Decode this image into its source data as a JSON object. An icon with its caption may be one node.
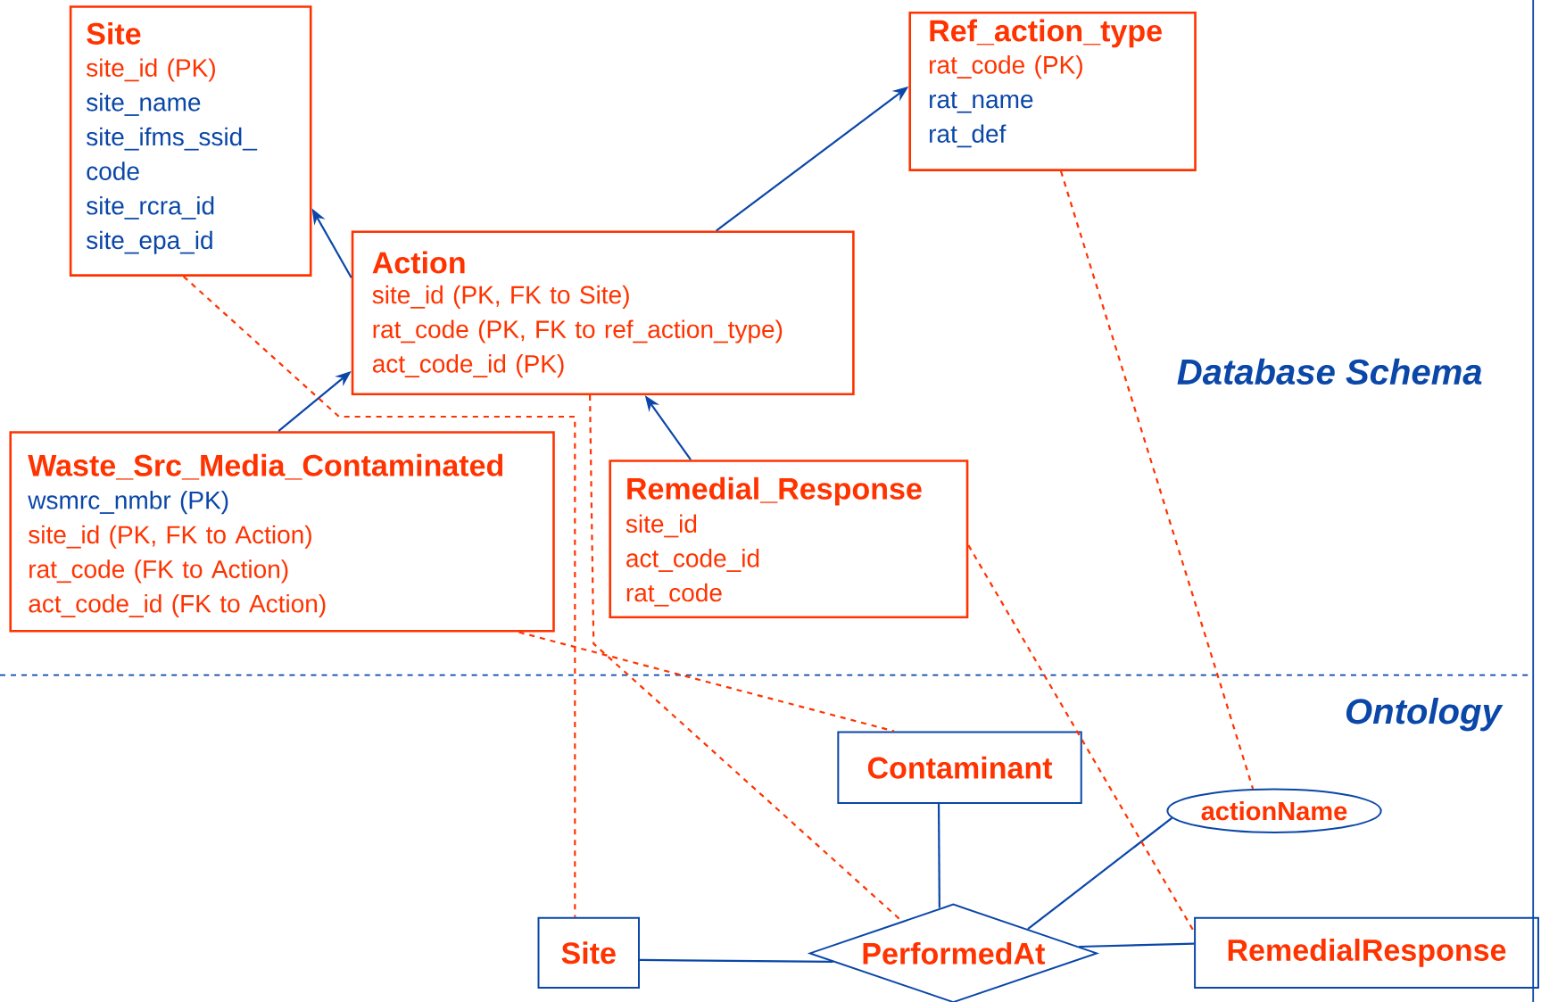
{
  "diagram": {
    "nodes": [
      {
        "text": [
          "Site",
          "site_id (PK)",
          "site_name",
          "site_ifms_ssid_ code",
          "site_rcra_id",
          "site_epa_id"
        ]
      },
      {
        "text": [
          "Ref_action_type",
          "rat_code (PK)",
          "rat_name",
          "rat_def"
        ]
      },
      {
        "text": [
          "Action",
          "site_id (PK, FK to Site)",
          "rat_code (PK, FK to ref_action_type)",
          "act_code_id (PK)"
        ]
      },
      {
        "text": [
          "Waste_Src_Media_Contaminated",
          "wsmrc_nmbr (PK)",
          "site_id (PK, FK to Action)",
          "rat_code (FK to Action)",
          "act_code_id (FK to Action)"
        ]
      },
      {
        "text": [
          "Remedial_Response",
          "site_id",
          "act_code_id",
          "rat_code"
        ]
      },
      {
        "text": [
          "Contaminant"
        ]
      },
      {
        "text": [
          "actionName"
        ]
      },
      {
        "text": [
          "Site"
        ]
      },
      {
        "text": [
          "PerformedAt"
        ]
      },
      {
        "text": [
          "RemedialResponse"
        ]
      }
    ],
    "edges": [
      {
        "from": 2,
        "to": 0,
        "arrow": "to"
      },
      {
        "from": 2,
        "to": 1,
        "arrow": "to"
      },
      {
        "from": 3,
        "to": 2,
        "arrow": "to"
      },
      {
        "from": 4,
        "to": 2,
        "arrow": "to"
      },
      {
        "from": 5,
        "to": 8,
        "arrow": "none"
      },
      {
        "from": 7,
        "to": 8,
        "arrow": "none"
      },
      {
        "from": 8,
        "to": 6,
        "arrow": "none"
      },
      {
        "from": 8,
        "to": 9,
        "arrow": "none"
      },
      {
        "from": 0,
        "to": 7,
        "arrow": "none",
        "style": "dashed",
        "color": "#ff3300"
      },
      {
        "from": 1,
        "to": 6,
        "arrow": "none",
        "style": "dashed",
        "color": "#ff3300"
      },
      {
        "from": 2,
        "to": 8,
        "arrow": "none",
        "style": "dashed",
        "color": "#ff3300"
      },
      {
        "from": 3,
        "to": 5,
        "arrow": "none",
        "style": "dashed",
        "color": "#ff3300"
      },
      {
        "from": 4,
        "to": 9,
        "arrow": "none",
        "style": "dashed",
        "color": "#ff3300"
      }
    ],
    "labels": [
      "Database Schema",
      "Ontology"
    ]
  }
}
